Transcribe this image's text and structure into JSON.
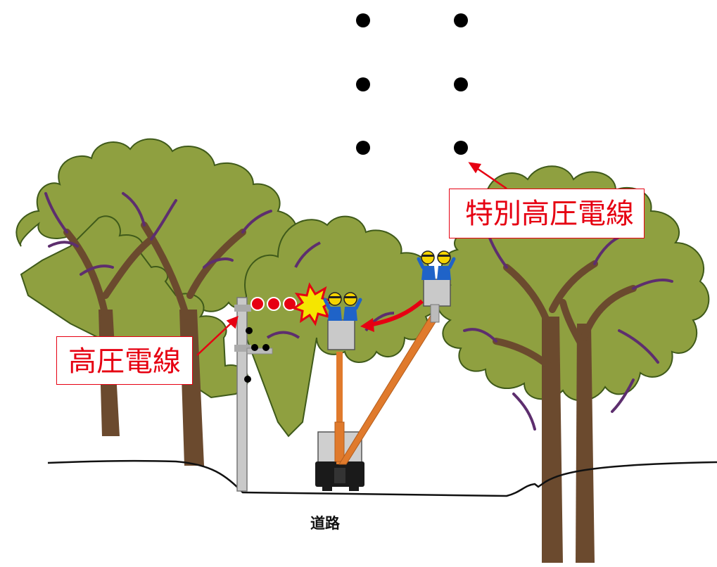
{
  "labels": {
    "high_voltage_line": "高圧電線",
    "extra_high_voltage_line": "特別高圧電線",
    "road": "道路"
  },
  "icons": [
    "tree-icon",
    "utility-pole-icon",
    "bucket-truck-icon",
    "worker-icon",
    "spark-icon",
    "arrow-icon"
  ],
  "colors": {
    "foliage": "#8fa040",
    "foliage_outline": "#3f5a1a",
    "trunk": "#6b4a2e",
    "branch": "#5d2e6e",
    "callout": "#e60012",
    "high_voltage_wire": "#e60012",
    "boom": "#e07a2c",
    "helmet": "#f5d400",
    "worker": "#1f63c8"
  }
}
